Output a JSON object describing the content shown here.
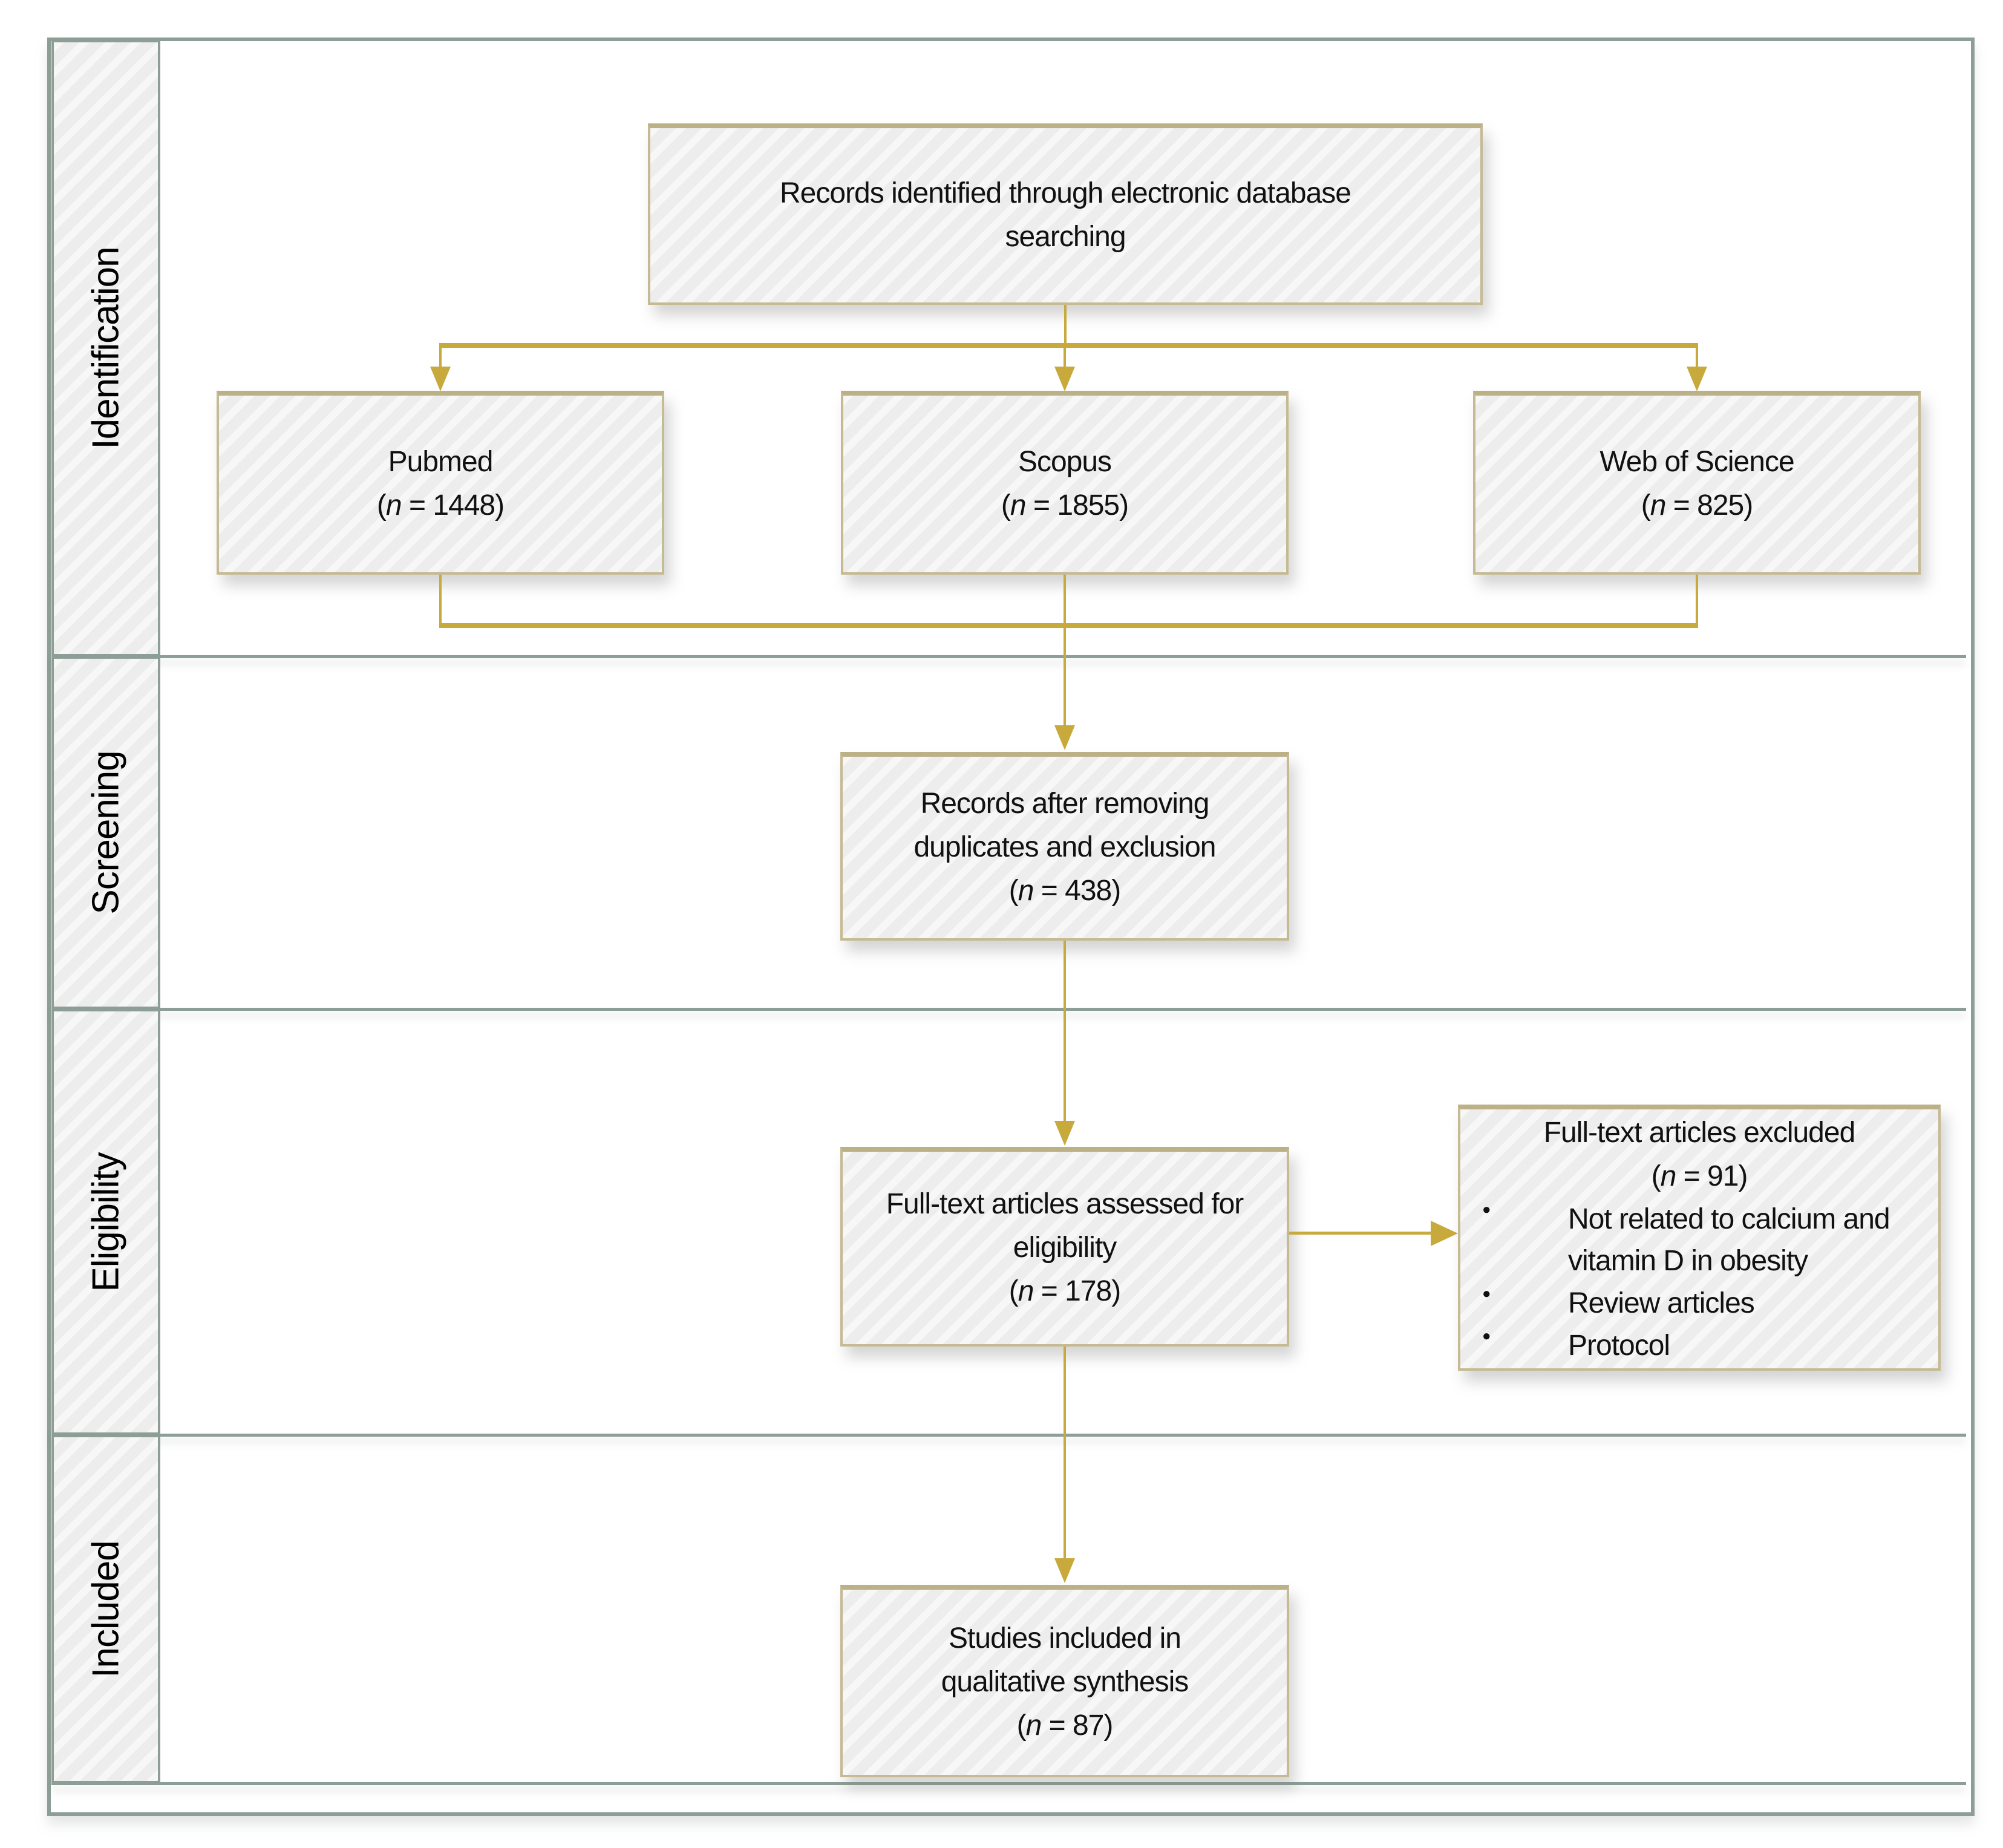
{
  "diagram": {
    "stages": [
      {
        "label": "Identification"
      },
      {
        "label": "Screening"
      },
      {
        "label": "Eligibility"
      },
      {
        "label": "Included"
      }
    ],
    "boxes": {
      "source": {
        "lines": [
          "Records identified through electronic database",
          "searching"
        ]
      },
      "pubmed": {
        "lines": [
          "Pubmed"
        ],
        "count": "(n = 1448)"
      },
      "scopus": {
        "lines": [
          "Scopus"
        ],
        "count": "(n = 1855)"
      },
      "web_of_science": {
        "lines": [
          "Web of Science"
        ],
        "count": "(n = 825)"
      },
      "deduplicated": {
        "lines": [
          "Records after removing",
          "duplicates and exclusion"
        ],
        "count": "(n = 438)"
      },
      "fulltext_assessed": {
        "lines": [
          "Full-text articles assessed for",
          "eligibility"
        ],
        "count": "(n = 178)"
      },
      "fulltext_excluded": {
        "lines": [
          "Full-text articles excluded"
        ],
        "count": "(n = 91)",
        "reasons": [
          "Not related to calcium and vitamin D in obesity",
          "Review articles",
          "Protocol"
        ]
      },
      "included_studies": {
        "lines": [
          "Studies included in",
          "qualitative synthesis"
        ],
        "count": "(n = 87)"
      }
    },
    "colors": {
      "connector": "#C8A93C",
      "box-border": "#C5BA93",
      "box-border-dark": "#BCB087",
      "frame-border": "#8C9E95",
      "box-fill": "#EDEDED"
    }
  }
}
